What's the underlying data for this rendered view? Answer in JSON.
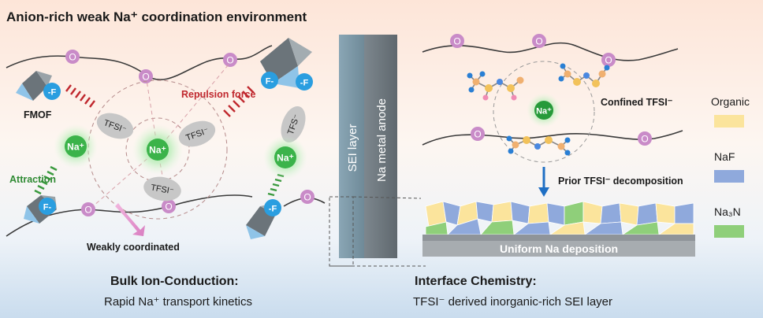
{
  "title": "Anion-rich weak Na⁺ coordination environment",
  "labels": {
    "fmof": "FMOF",
    "attraction": "Attraction",
    "repulsion": "Repulsion force",
    "weakly_coordinated": "Weakly coordinated",
    "confined": "Confined TFSI⁻",
    "prior_decomp": "Prior TFSI⁻ decomposition",
    "uniform": "Uniform Na deposition",
    "sei_layer": "SEI layer",
    "na_anode": "Na metal anode",
    "oxygen": "O",
    "fluorine_neg": "-F",
    "fluorine_minus": "F-",
    "na_ion": "Na⁺",
    "tfsi": "TFSI⁻",
    "tfs": "TFS⁻"
  },
  "bulk": {
    "heading": "Bulk Ion-Conduction:",
    "sub": "Rapid Na⁺ transport kinetics"
  },
  "interface": {
    "heading": "Interface Chemistry:",
    "sub": "TFSI⁻ derived inorganic-rich SEI layer"
  },
  "legend": [
    {
      "name": "Organic",
      "color": "#fbe49c"
    },
    {
      "name": "NaF",
      "color": "#8fa9dc"
    },
    {
      "name": "Na₃N",
      "color": "#8fcf7a"
    }
  ],
  "colors": {
    "oxygen": "#c98bc8",
    "fluorine": "#2a9ee0",
    "sodium": "#3bb34a",
    "tfsi": "#c7c7c7",
    "repulsion": "#c0282e",
    "attraction": "#3a9a3e",
    "sei": "#7f9aa8",
    "anode": "#6f7a81"
  }
}
